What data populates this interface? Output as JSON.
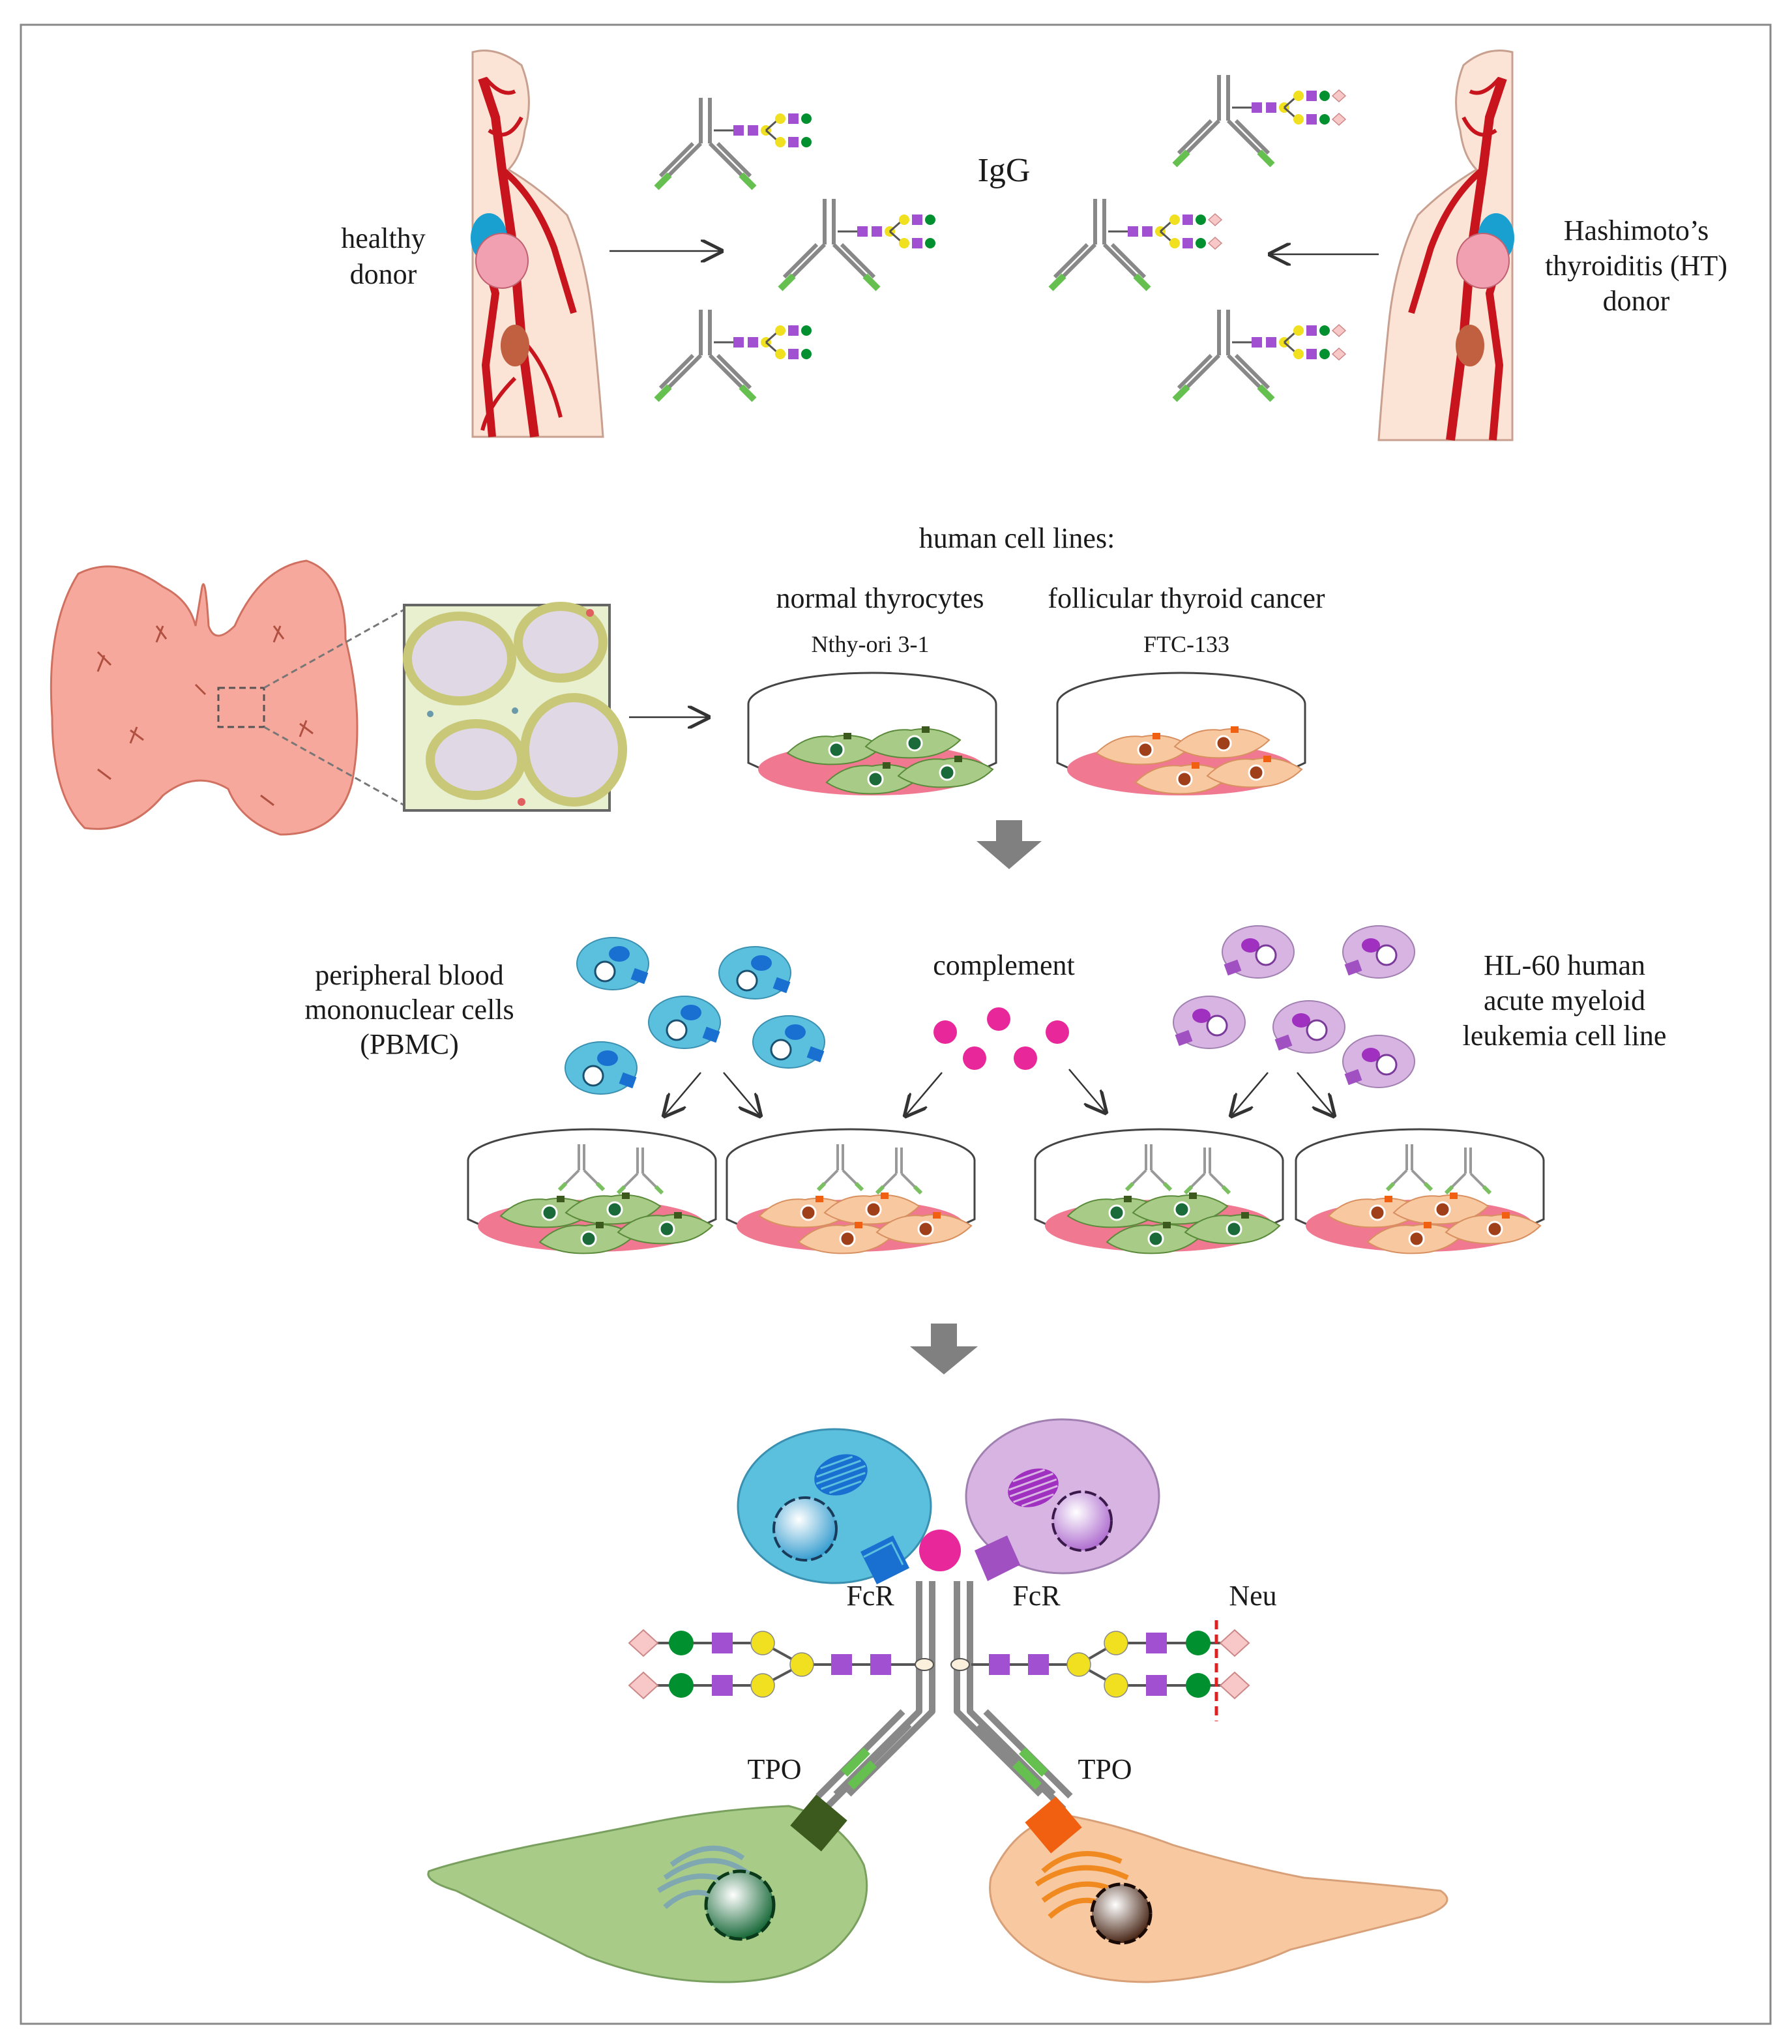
{
  "labels": {
    "igg": "IgG",
    "healthy_line1": "healthy",
    "healthy_line2": "donor",
    "ht_line1": "Hashimoto’s",
    "ht_line2": "thyroiditis (HT)",
    "ht_line3": "donor",
    "cell_lines_title": "human cell lines:",
    "normal_thyrocytes": "normal thyrocytes",
    "follicular_cancer": "follicular thyroid cancer",
    "nthy": "Nthy-ori 3-1",
    "ftc": "FTC-133",
    "pbmc_line1": "peripheral blood",
    "pbmc_line2": "mononuclear cells",
    "pbmc_line3": "(PBMC)",
    "complement": "complement",
    "hl60_line1": "HL-60 human",
    "hl60_line2": "acute myeloid",
    "hl60_line3": "leukemia cell line",
    "fcr_left": "FcR",
    "fcr_right": "FcR",
    "neu": "Neu",
    "tpo_left": "TPO",
    "tpo_right": "TPO"
  },
  "colors": {
    "vessel_red": "#c8141c",
    "skin": "#fbe3d6",
    "thyroid_pink": "#f6a89c",
    "dish_media": "#f07890",
    "thyrocyte_green": "#a8cc88",
    "cancer_orange": "#f8c8a0",
    "pbmc_blue": "#5bc0de",
    "hl60_purple": "#d8b4e2",
    "complement_magenta": "#e8289a",
    "glycan_purple": "#a050d0",
    "glycan_yellow": "#f0e020",
    "glycan_green": "#009030",
    "glycan_sialic": "#f8c8c8",
    "tpo_dark_green": "#3c5a1e",
    "tpo_orange": "#f06010"
  }
}
